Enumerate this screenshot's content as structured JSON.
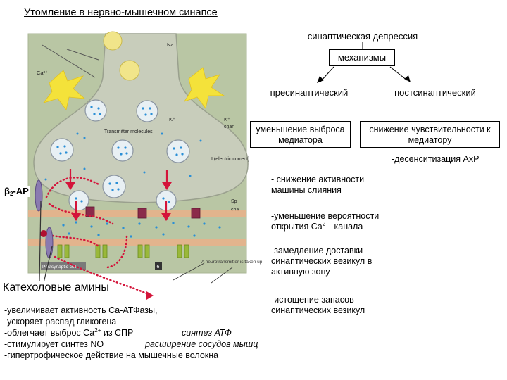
{
  "title": "Утомление в нервно-мышечном синапсе",
  "root": "синаптическая депрессия",
  "mechanisms": "механизмы",
  "presynaptic": {
    "label": "пресинаптический",
    "box": "уменьшение выброса медиатора",
    "items": [
      "- снижение активности машины слияния",
      "-уменьшение вероятности открытия Ca",
      "-замедление доставки синаптических везикул в активную зону",
      "-истощение запасов синаптических везикул"
    ],
    "ca_sup": "2+",
    "channel_suffix": " -канала"
  },
  "postsynaptic": {
    "label": "постсинаптический",
    "box": "снижение чувствительности к медиатору",
    "item": "-десенситизация АхР"
  },
  "figure": {
    "receptor": "β",
    "receptor_sub": "2",
    "receptor_suffix": "-АР",
    "ions": {
      "na": "Na⁺",
      "ca": "Ca²⁺",
      "k": "K⁺",
      "k2": "K⁺"
    },
    "labels": {
      "transmitter": "Transmitter molecules",
      "current": "I (electric current)",
      "k_chan": "chan",
      "sp": "Sp",
      "cha": "cha",
      "postsyn": "Postsynaptic cell",
      "num": "6",
      "neuro": "A neurotransmitter is taken up"
    }
  },
  "catecholamines": {
    "heading": "Катехоловые амины",
    "lines": [
      "-увеличивает активность Са-АТФазы,",
      "-ускоряет распад гликогена",
      "-облегчает выброс Са",
      "-стимулирует синтез NO",
      "-гипертрофическое действие на мышечные волокна"
    ],
    "ca_sup": "2+",
    "from_spr": " из СПР",
    "note_atp": "синтез АТФ",
    "note_vessels": "расширение сосудов мышц"
  },
  "colors": {
    "cell": "#b9c6a4",
    "terminal": "#c8cdbb",
    "vesicle": "#e8f0f4",
    "dot": "#2a8fd6",
    "arrow": "#d4143a",
    "channel": "#9ab83a",
    "membrane": "#e9b08a"
  }
}
